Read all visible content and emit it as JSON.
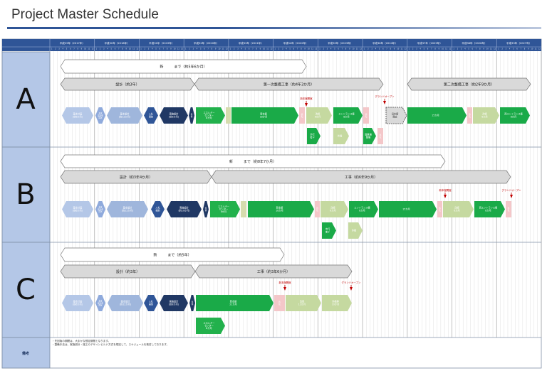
{
  "title": "Project Master Schedule",
  "header": {
    "years": [
      "平成29年（2017年）",
      "平成30年（2018年）",
      "平成31年（2019年）",
      "平成32年（2020年）",
      "平成33年（2021年）",
      "平成34年（2022年）",
      "平成35年（2023年）",
      "平成36年（2024年）",
      "平成37年（2025年）",
      "平成38年（2026年）",
      "平成39年（2027年）"
    ],
    "months": [
      "1",
      "2",
      "3",
      "4",
      "5",
      "6",
      "7",
      "8",
      "9",
      "10",
      "11",
      "12"
    ]
  },
  "colors": {
    "header": "#2f5597",
    "section_label_bg": "#b4c7e7",
    "phase_bar": "#d9d9d9",
    "light_blue": "#b4c7e7",
    "mid_blue": "#8faadc",
    "blue": "#2f5597",
    "navy": "#203864",
    "green": "#1aaa48",
    "light_green": "#c5d9a0",
    "tan": "#d6dcae",
    "pink": "#f4c7c9",
    "marker": "#c00000"
  },
  "sections": [
    {
      "name": "A",
      "overall": "新　　　まで（約5年6か月）",
      "phases": [
        "設計（約3年）",
        "第一次整備工事（約4年3か月）",
        "第二次整備工事（約2年9か月）"
      ],
      "tasks": [
        {
          "label": "基本計画\n(約6か月)",
          "color": "#b4c7e7"
        },
        {
          "label": "基本\n設計者\n選定",
          "color": "#8faadc"
        },
        {
          "label": "基本設計\n(約12か月)",
          "color": "#9fb6dc"
        },
        {
          "label": "入札\n契約",
          "color": "#2f5597"
        },
        {
          "label": "実施設計\n(約9か月)",
          "color": "#203864"
        },
        {
          "label": "準\n備",
          "color": "#203864"
        },
        {
          "label": "エネルギー\nセンター\n8か月",
          "color": "#22b14c"
        },
        {
          "label": "",
          "color": "#d6dcae"
        },
        {
          "label": "新本館\n18か月",
          "color": "#1aaa48"
        },
        {
          "label": "移\n転",
          "color": "#f4c7c9"
        },
        {
          "label": "改修\n6か月",
          "color": "#c5d9a0"
        },
        {
          "label": "エントランス棟\n8か月",
          "color": "#1aaa48"
        },
        {
          "label": "移\n転",
          "color": "#f4c7c9"
        },
        {
          "label": "旧本館\n撤去",
          "color": "#d9d9d9"
        },
        {
          "label": "15か月",
          "color": "#1aaa48"
        },
        {
          "label": "移\n転",
          "color": "#f4c7c9"
        },
        {
          "label": "改修\n6か月",
          "color": "#c5d9a0"
        },
        {
          "label": "西エントランス棟\n8か月",
          "color": "#1aaa48"
        },
        {
          "label": "歩行\n者デ",
          "color": "#1aaa48"
        },
        {
          "label": "外構",
          "color": "#c5d9a0"
        },
        {
          "label": "駐車場\n整備",
          "color": "#1aaa48"
        },
        {
          "label": "移\n転",
          "color": "#f4c7c9"
        }
      ],
      "milestones": [
        "新本館開館",
        "グランドオープン"
      ]
    },
    {
      "name": "B",
      "overall": "新　　　まで（約8年7か月）",
      "phases": [
        "設計（約3年4か月）",
        "工事（約6年9か月）"
      ],
      "tasks": [
        {
          "label": "基本計画\n(約6か月)",
          "color": "#b4c7e7"
        },
        {
          "label": "基本\n設計者\n選定",
          "color": "#8faadc"
        },
        {
          "label": "基本設計\n(約12か月)",
          "color": "#9fb6dc"
        },
        {
          "label": "入札\n契約",
          "color": "#2f5597"
        },
        {
          "label": "実施設計\n(約10か月)",
          "color": "#203864"
        },
        {
          "label": "準\n備",
          "color": "#203864"
        },
        {
          "label": "エネルギー\nセンター\n8か月",
          "color": "#22b14c"
        },
        {
          "label": "",
          "color": "#d6dcae"
        },
        {
          "label": "新本館\n18か月",
          "color": "#1aaa48"
        },
        {
          "label": "移\n転",
          "color": "#f4c7c9"
        },
        {
          "label": "改修\n6か月",
          "color": "#c5d9a0"
        },
        {
          "label": "エントランス棟\n8か月",
          "color": "#1aaa48"
        },
        {
          "label": "15か月",
          "color": "#1aaa48"
        },
        {
          "label": "移\n転",
          "color": "#f4c7c9"
        },
        {
          "label": "改修\n6か月",
          "color": "#c5d9a0"
        },
        {
          "label": "西エントランス棟\n8か月",
          "color": "#1aaa48"
        },
        {
          "label": "移\n転",
          "color": "#f4c7c9"
        },
        {
          "label": "歩行\n者デ",
          "color": "#1aaa48"
        },
        {
          "label": "外構",
          "color": "#c5d9a0"
        }
      ],
      "milestones": [
        "新本館開館",
        "グランドオープン"
      ]
    },
    {
      "name": "C",
      "overall": "新　　　まで（約5年）",
      "phases": [
        "設計（約3年）",
        "工事（約3年6か月）"
      ],
      "tasks": [
        {
          "label": "基本計画\n(約6か月)",
          "color": "#b4c7e7"
        },
        {
          "label": "基本\n設計者\n選定",
          "color": "#8faadc"
        },
        {
          "label": "基本設計\n(約12か月)",
          "color": "#9fb6dc"
        },
        {
          "label": "入札\n契約",
          "color": "#2f5597"
        },
        {
          "label": "実施設計\n(約9か月)",
          "color": "#203864"
        },
        {
          "label": "準\n備",
          "color": "#203864"
        },
        {
          "label": "新本館\n21か月",
          "color": "#1aaa48"
        },
        {
          "label": "移\n転",
          "color": "#f4c7c9"
        },
        {
          "label": "改修\n12か月",
          "color": "#c5d9a0"
        },
        {
          "label": "外構等\n10か月",
          "color": "#c5d9a0"
        },
        {
          "label": "エネルギー\nセンター\n8か月",
          "color": "#22b14c"
        }
      ],
      "milestones": [
        "新本館開館",
        "グランドオープン"
      ]
    }
  ],
  "notes": {
    "label": "備考",
    "lines": [
      "・先回版の期間は、大まかな想定期間となります。",
      "・整備手法は、実施設計・施工のデザインビルド方式を想定して、スケジュールを検討しております。"
    ]
  }
}
